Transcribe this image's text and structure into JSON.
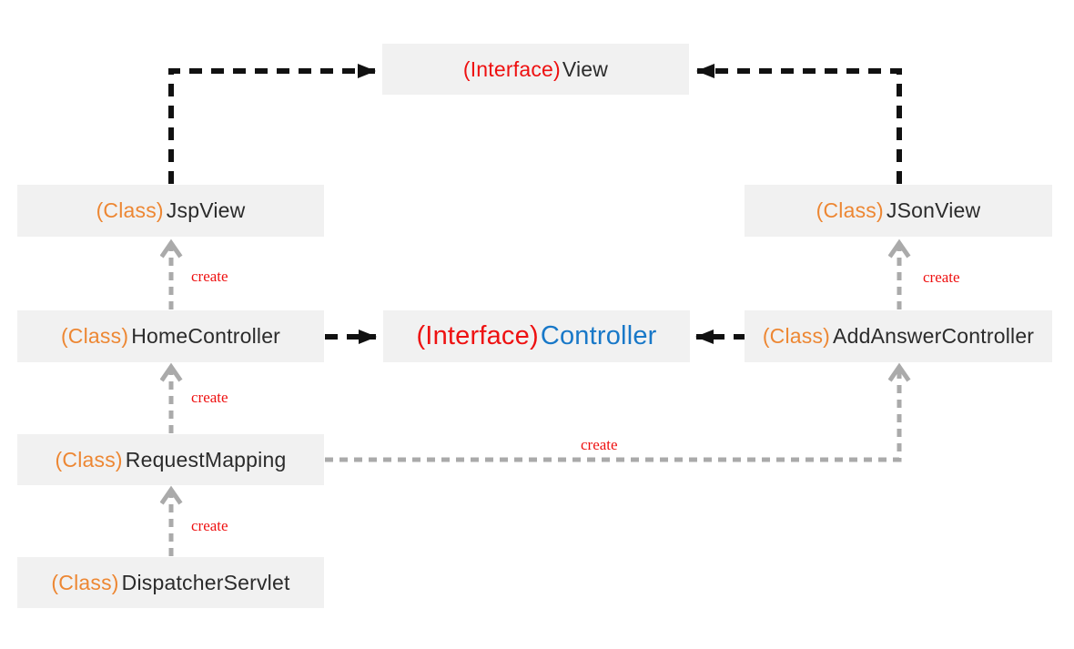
{
  "diagram": {
    "kind": "uml-class-diagram",
    "nodes": [
      {
        "id": "view",
        "stereotype": "(Interface)",
        "name": "View",
        "kind": "interface"
      },
      {
        "id": "jspview",
        "stereotype": "(Class)",
        "name": "JspView",
        "kind": "class"
      },
      {
        "id": "jsonview",
        "stereotype": "(Class)",
        "name": "JSonView",
        "kind": "class"
      },
      {
        "id": "homecontroller",
        "stereotype": "(Class)",
        "name": "HomeController",
        "kind": "class"
      },
      {
        "id": "controller",
        "stereotype": "(Interface)",
        "name": "Controller",
        "kind": "interface"
      },
      {
        "id": "addanswercontroller",
        "stereotype": "(Class)",
        "name": "AddAnswerController",
        "kind": "class"
      },
      {
        "id": "requestmapping",
        "stereotype": "(Class)",
        "name": "RequestMapping",
        "kind": "class"
      },
      {
        "id": "dispatcherservlet",
        "stereotype": "(Class)",
        "name": "DispatcherServlet",
        "kind": "class"
      }
    ],
    "edges": [
      {
        "from": "JspView",
        "to": "View",
        "type": "implements"
      },
      {
        "from": "JSonView",
        "to": "View",
        "type": "implements"
      },
      {
        "from": "HomeController",
        "to": "Controller",
        "type": "implements"
      },
      {
        "from": "AddAnswerController",
        "to": "Controller",
        "type": "implements"
      },
      {
        "from": "HomeController",
        "to": "JspView",
        "type": "create",
        "label": "create"
      },
      {
        "from": "RequestMapping",
        "to": "HomeController",
        "type": "create",
        "label": "create"
      },
      {
        "from": "DispatcherServlet",
        "to": "RequestMapping",
        "type": "create",
        "label": "create"
      },
      {
        "from": "AddAnswerController",
        "to": "JSonView",
        "type": "create",
        "label": "create"
      },
      {
        "from": "RequestMapping",
        "to": "AddAnswerController",
        "type": "create",
        "label": "create"
      }
    ],
    "colors": {
      "node_background": "#F1F1F1",
      "node_text": "#2B2B2B",
      "class_stereotype": "#ED8733",
      "interface_stereotype": "#EE1111",
      "controller_name": "#1878C8",
      "implements_arrow": "#111111",
      "create_arrow": "#AAAAAA",
      "create_label": "#EE1111"
    }
  }
}
